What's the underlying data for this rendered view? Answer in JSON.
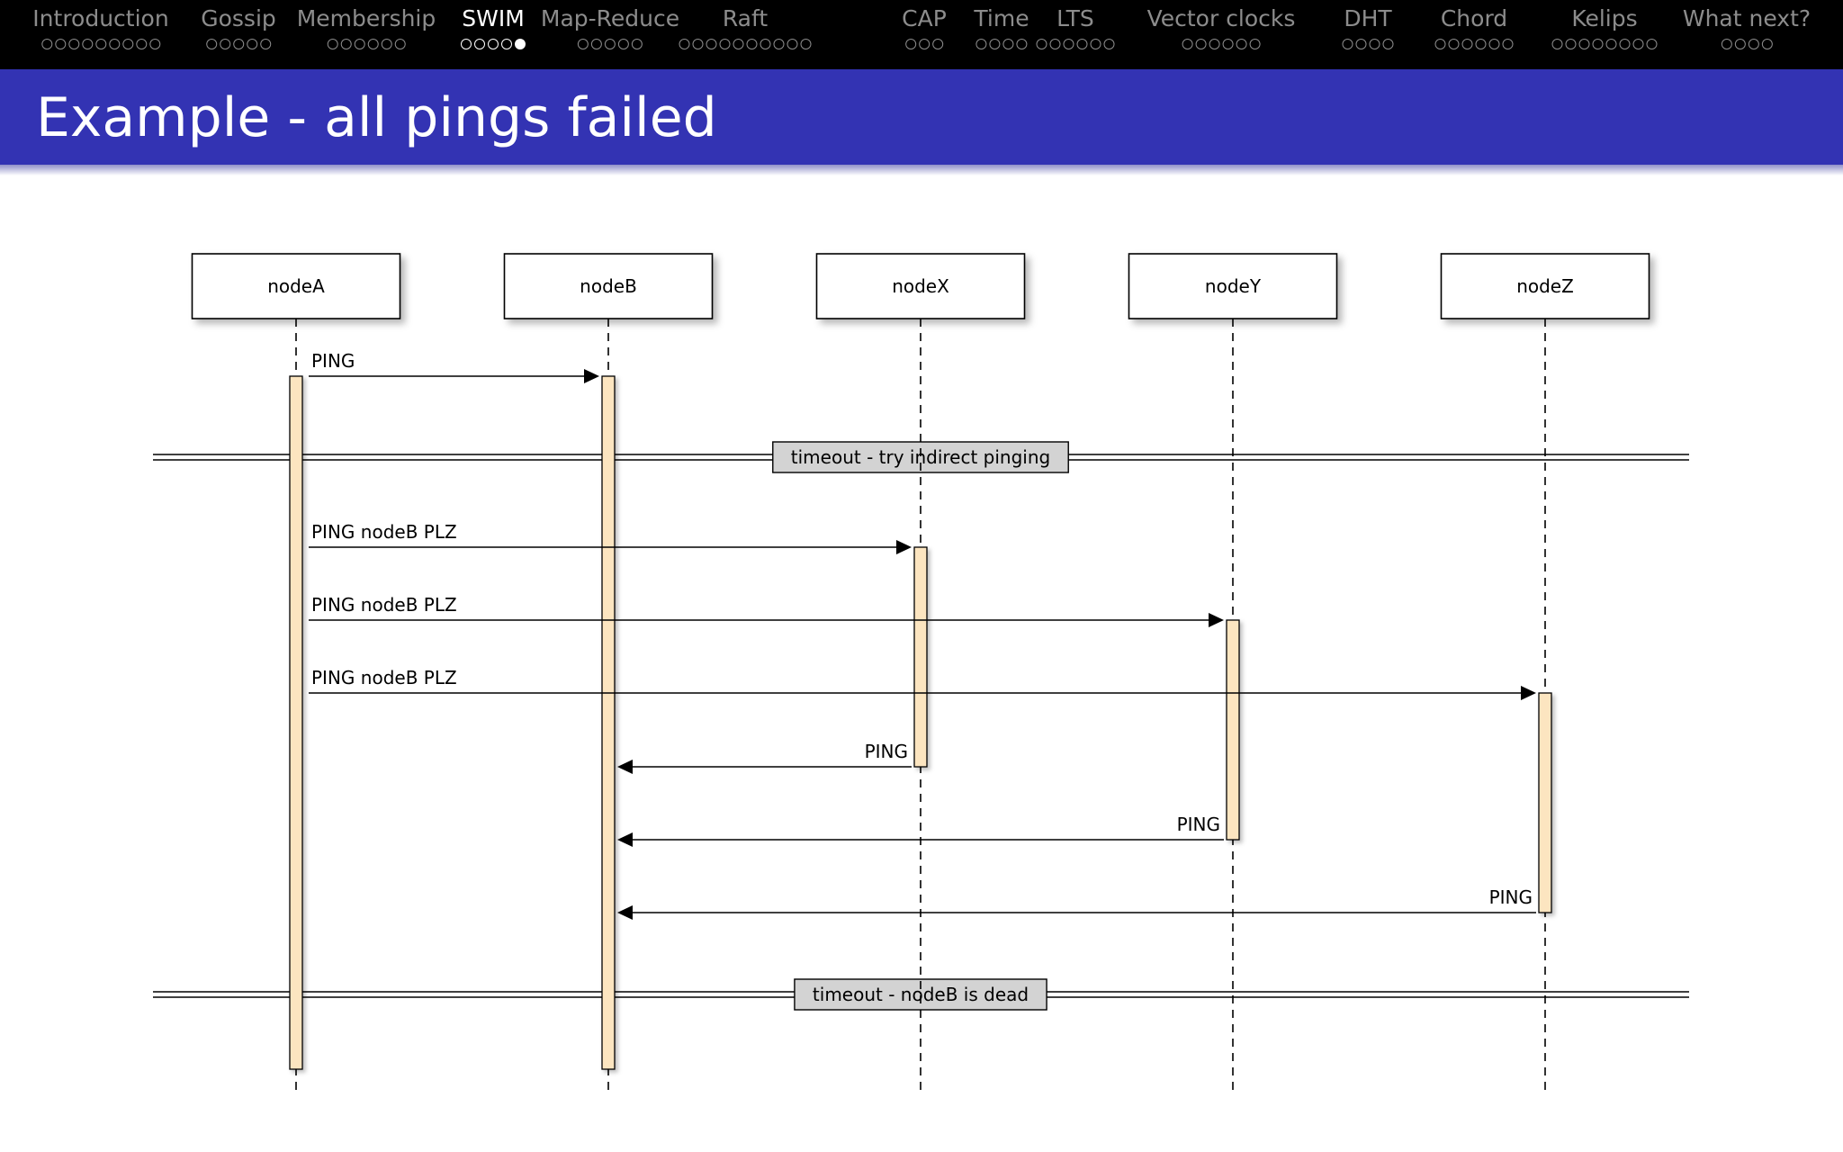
{
  "nav": {
    "sections": [
      {
        "label": "Introduction",
        "dots": 9,
        "active": false
      },
      {
        "label": "Gossip",
        "dots": 5,
        "active": false
      },
      {
        "label": "Membership",
        "dots": 6,
        "active": false
      },
      {
        "label": "SWIM",
        "dots": 5,
        "active": true,
        "current_dot": 4
      },
      {
        "label": "Map-Reduce",
        "dots": 5,
        "active": false
      },
      {
        "label": "Raft",
        "dots": 10,
        "active": false
      },
      {
        "label": "CAP",
        "dots": 3,
        "active": false
      },
      {
        "label": "Time",
        "dots": 4,
        "active": false
      },
      {
        "label": "LTS",
        "dots": 6,
        "active": false
      },
      {
        "label": "Vector clocks",
        "dots": 6,
        "active": false
      },
      {
        "label": "DHT",
        "dots": 4,
        "active": false
      },
      {
        "label": "Chord",
        "dots": 6,
        "active": false
      },
      {
        "label": "Kelips",
        "dots": 8,
        "active": false
      },
      {
        "label": "What next?",
        "dots": 4,
        "active": false
      }
    ]
  },
  "slide": {
    "title": "Example - all pings failed"
  },
  "diagram": {
    "participants": [
      "nodeA",
      "nodeB",
      "nodeX",
      "nodeY",
      "nodeZ"
    ],
    "messages": [
      {
        "from": "nodeA",
        "to": "nodeB",
        "label": "PING"
      },
      {
        "separator": "timeout - try indirect pinging"
      },
      {
        "from": "nodeA",
        "to": "nodeX",
        "label": "PING nodeB PLZ"
      },
      {
        "from": "nodeA",
        "to": "nodeY",
        "label": "PING nodeB PLZ"
      },
      {
        "from": "nodeA",
        "to": "nodeZ",
        "label": "PING nodeB PLZ"
      },
      {
        "from": "nodeX",
        "to": "nodeB",
        "label": "PING"
      },
      {
        "from": "nodeY",
        "to": "nodeB",
        "label": "PING"
      },
      {
        "from": "nodeZ",
        "to": "nodeB",
        "label": "PING"
      },
      {
        "separator": "timeout - nodeB is dead"
      }
    ],
    "colors": {
      "activation_fill": "#fce5c0",
      "separator_box_fill": "#d3d3d3",
      "line": "#000000"
    }
  }
}
